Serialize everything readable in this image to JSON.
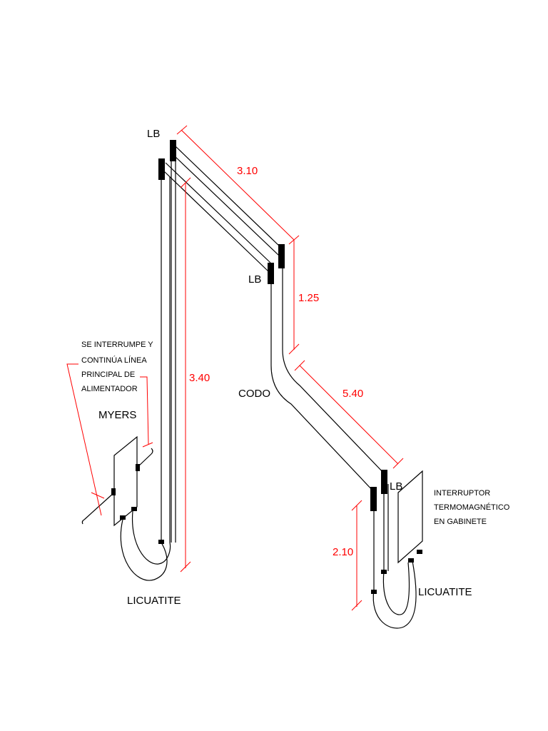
{
  "labels": {
    "lb_top": "LB",
    "lb_mid": "LB",
    "lb_bottom": "LB",
    "codo": "CODO",
    "myers": "MYERS",
    "licuatite_left": "LICUATITE",
    "licuatite_right": "LICUATITE"
  },
  "notes": {
    "interrupt": [
      "SE INTERRUMPE Y",
      "CONTINÚA LÍNEA",
      "PRINCIPAL DE",
      "ALIMENTADOR"
    ],
    "breaker": [
      "INTERRUPTOR",
      "TERMOMAGNÉTICO",
      "EN GABINETE"
    ]
  },
  "dimensions": {
    "top_run": "3.10",
    "vertical_drop": "3.40",
    "short_drop": "1.25",
    "diagonal_run": "5.40",
    "end_drop": "2.10"
  },
  "colors": {
    "pipe": "#000000",
    "dimension": "#ff0000"
  }
}
